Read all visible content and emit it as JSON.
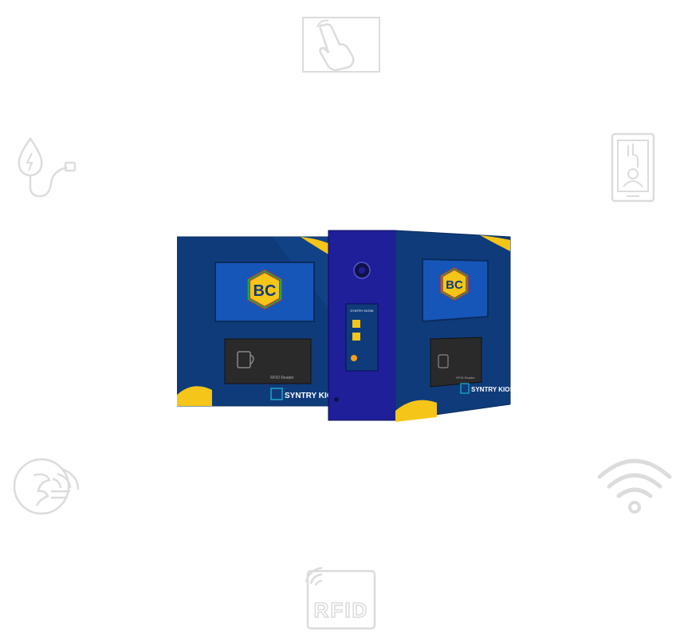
{
  "icons": [
    {
      "name": "touch-screen-icon"
    },
    {
      "name": "power-plug-icon"
    },
    {
      "name": "mobile-payment-icon"
    },
    {
      "name": "contactless-icon"
    },
    {
      "name": "wifi-icon"
    },
    {
      "name": "rfid-icon"
    }
  ],
  "rfid_icon_text": "RFID",
  "kiosk": {
    "left_panel": {
      "brand": "SYNTRY KIOSK",
      "reader_label": "RFID Reader"
    },
    "right_panel": {
      "brand": "SYNTRY KIOSK",
      "reader_label": "RFID Reader"
    },
    "center_panel": {
      "brand": "SYNTRY KIOSK"
    }
  },
  "colors": {
    "panel_blue": "#0f3b7a",
    "center_blue": "#1f1f9a",
    "accent_yellow": "#f5c518",
    "icon_grey": "#dcdcdc"
  }
}
